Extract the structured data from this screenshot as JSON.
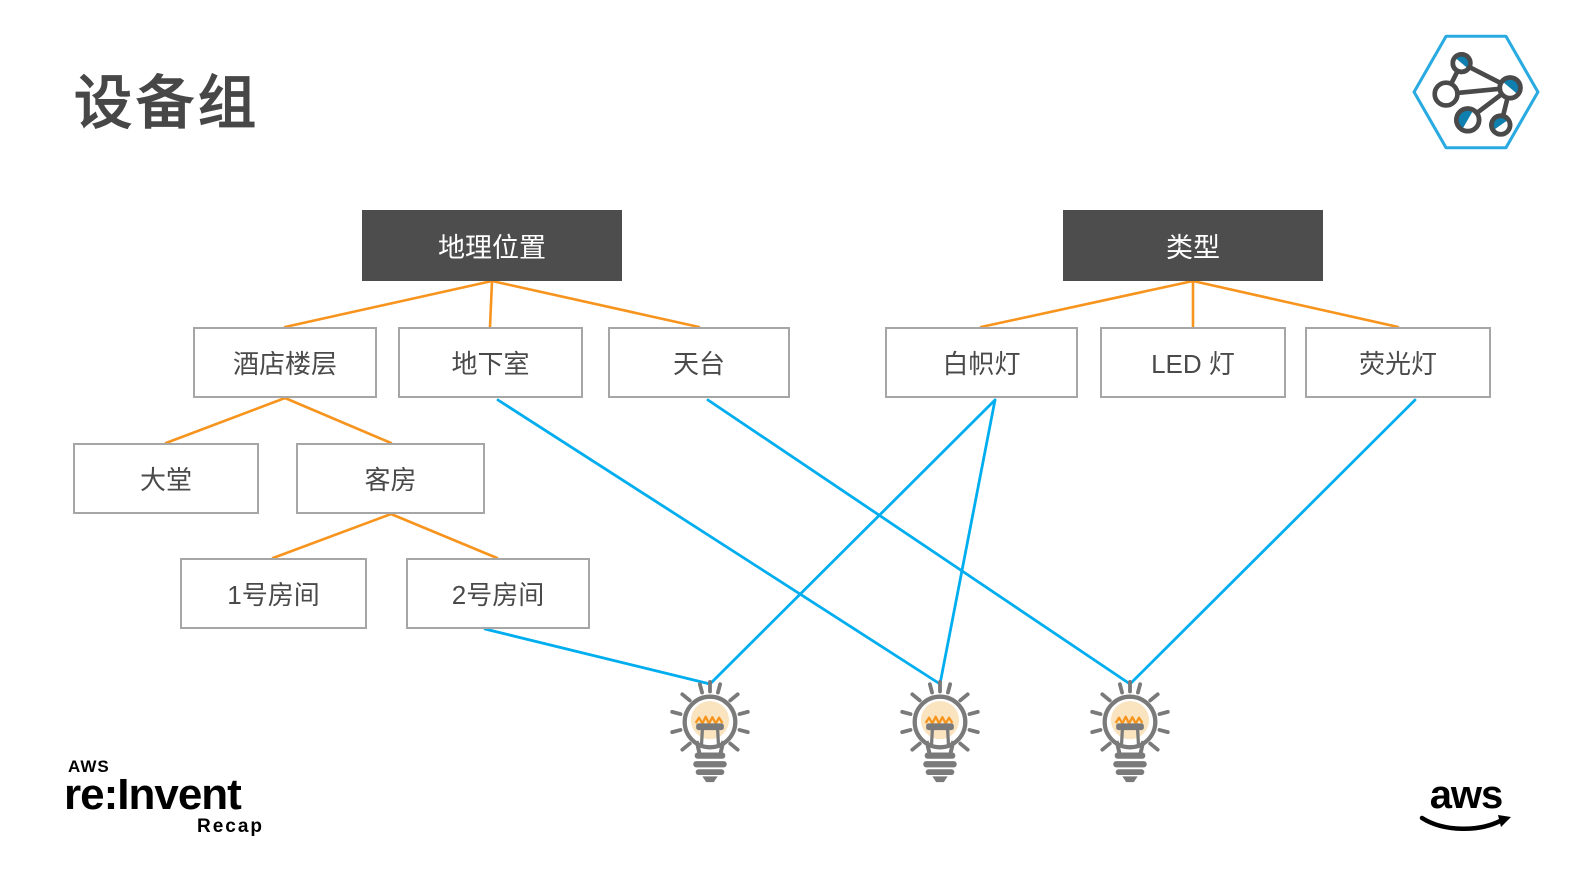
{
  "slide": {
    "title": "设备组"
  },
  "nodes": {
    "geo_location": "地理位置",
    "type": "类型",
    "hotel_floor": "酒店楼层",
    "basement": "地下室",
    "rooftop": "天台",
    "incandescent": "白帜灯",
    "led": "LED 灯",
    "fluorescent": "荧光灯",
    "lobby": "大堂",
    "guest_room": "客房",
    "room1": "1号房间",
    "room2": "2号房间"
  },
  "devices": [
    "bulb-1",
    "bulb-2",
    "bulb-3"
  ],
  "hierarchy_edges": [
    {
      "from": "地理位置",
      "to": "酒店楼层"
    },
    {
      "from": "地理位置",
      "to": "地下室"
    },
    {
      "from": "地理位置",
      "to": "天台"
    },
    {
      "from": "类型",
      "to": "白帜灯"
    },
    {
      "from": "类型",
      "to": "LED 灯"
    },
    {
      "from": "类型",
      "to": "荧光灯"
    },
    {
      "from": "酒店楼层",
      "to": "大堂"
    },
    {
      "from": "酒店楼层",
      "to": "客房"
    },
    {
      "from": "客房",
      "to": "1号房间"
    },
    {
      "from": "客房",
      "to": "2号房间"
    }
  ],
  "device_edges": [
    {
      "from": "2号房间",
      "to": "bulb-1"
    },
    {
      "from": "白帜灯",
      "to": "bulb-1"
    },
    {
      "from": "白帜灯",
      "to": "bulb-2"
    },
    {
      "from": "地下室",
      "to": "bulb-2"
    },
    {
      "from": "天台",
      "to": "bulb-3"
    },
    {
      "from": "荧光灯",
      "to": "bulb-3"
    }
  ],
  "logos": {
    "reinvent_aws": "AWS",
    "reinvent_main": "re:Invent",
    "reinvent_sub": "Recap",
    "aws": "aws"
  },
  "colors": {
    "hierarchy_line_orange": "#F7941D",
    "device_line_blue": "#00AEEF",
    "dark_box": "#4D4D4D",
    "box_border": "#A6A6A6",
    "text_gray": "#4a4a4a",
    "hexagon_blue": "#29ABE2",
    "hex_node_fill": "#0E7FAE",
    "bulb_gray": "#7A7A7A",
    "bulb_glow": "#FAE4C0",
    "filament_orange": "#F7941D"
  }
}
